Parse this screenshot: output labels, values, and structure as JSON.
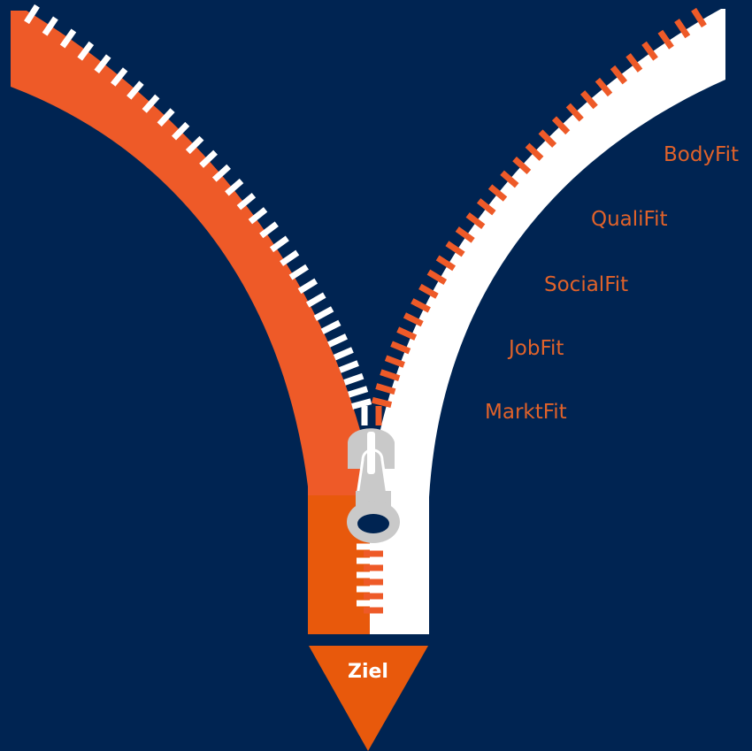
{
  "colors": {
    "background": "#002452",
    "orange": "#EE5A28",
    "orange_dark": "#E8590C",
    "white": "#FFFFFF",
    "slider": "#C9C9C9",
    "label_text": "#E0622A",
    "goal_text": "#FFFFFF"
  },
  "icons": {
    "zipper_slider": "zipper-pull-icon"
  },
  "labels": [
    {
      "id": "bodyfit",
      "text": "BodyFit"
    },
    {
      "id": "qualifit",
      "text": "QualiFit"
    },
    {
      "id": "socialfit",
      "text": "SocialFit"
    },
    {
      "id": "jobfit",
      "text": "JobFit"
    },
    {
      "id": "marktfit",
      "text": "MarktFit"
    }
  ],
  "goal": {
    "text": "Ziel"
  }
}
